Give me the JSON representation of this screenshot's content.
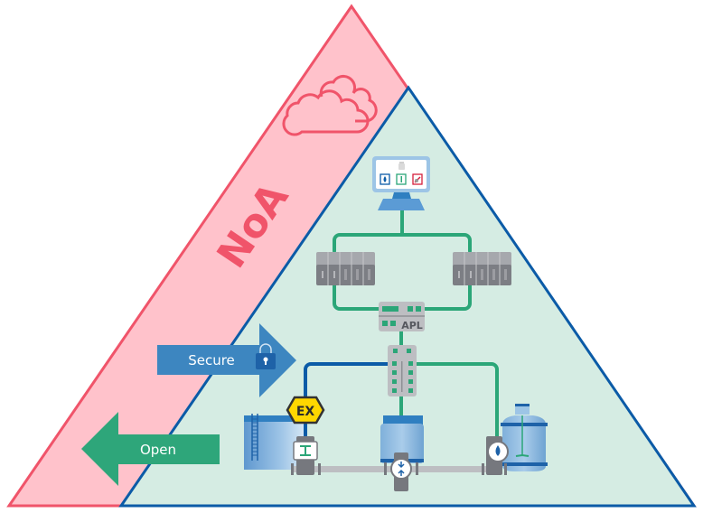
{
  "diagram": {
    "title_label": "NoA",
    "secure_label": "Secure",
    "open_label": "Open",
    "apl_label": "APL",
    "ex_label": "EX",
    "icons": {
      "cloud": "cloud-icon",
      "workstation": "workstation-icon",
      "lock": "lock-icon",
      "ex_zone": "ex-hazard-icon",
      "flow_meter": "flow-meter-icon",
      "pressure": "pressure-transmitter-icon",
      "level": "level-sensor-icon"
    },
    "colors": {
      "noa_fill": "#FFC2CB",
      "noa_stroke": "#F0546A",
      "inner_fill": "#D5ECE3",
      "inner_stroke": "#0B5BA7",
      "green_line": "#2BA678",
      "blue_line": "#0B5BA7",
      "secure_arrow": "#3D86C0",
      "open_arrow": "#2EA67A",
      "ex_yellow": "#FFD700",
      "device_gray": "#76787E"
    }
  }
}
